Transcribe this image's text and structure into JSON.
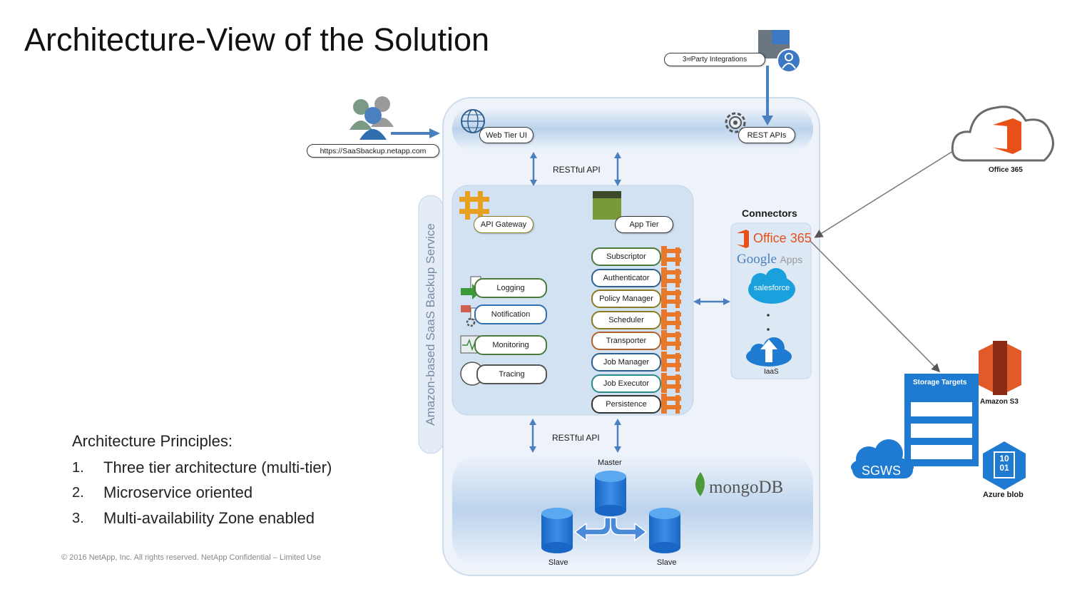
{
  "title": "Architecture-View of the Solution",
  "third_party": {
    "sup_prefix": "3",
    "sup": "rd",
    "rest": " Party Integrations"
  },
  "url_label": "https://SaaSbackup.netapp.com",
  "web_tier": "Web Tier UI",
  "rest_apis": "REST APIs",
  "restful_top": "RESTful API",
  "restful_bottom": "RESTful API",
  "side_label": "Amazon-based SaaS Backup Service",
  "api_gateway": "API Gateway",
  "app_tier": "App Tier",
  "support_services": [
    {
      "label": "Logging",
      "color": "#4a7a3a"
    },
    {
      "label": "Notification",
      "color": "#2f6fb0"
    },
    {
      "label": "Monitoring",
      "color": "#4a7a3a"
    },
    {
      "label": "Tracing",
      "color": "#555555"
    }
  ],
  "microservices": [
    {
      "label": "Subscriptor",
      "color": "#4a7a3a"
    },
    {
      "label": "Authenticator",
      "color": "#2f5f8f"
    },
    {
      "label": "Policy Manager",
      "color": "#8a7a20"
    },
    {
      "label": "Scheduler",
      "color": "#8a7a20"
    },
    {
      "label": "Transporter",
      "color": "#b0602a"
    },
    {
      "label": "Job Manager",
      "color": "#2f5f8f"
    },
    {
      "label": "Job Executor",
      "color": "#2a8a8a"
    },
    {
      "label": "Persistence",
      "color": "#333333"
    }
  ],
  "connectors": {
    "title": "Connectors",
    "office365": "Office 365",
    "google_g": "Google",
    "google_apps": "Apps",
    "salesforce": "salesforce",
    "iaas": "IaaS"
  },
  "cloud_office": "Office 365",
  "storage": {
    "title": "Storage Targets",
    "amazon": "Amazon S3",
    "sgws": "SGWS",
    "azure": "Azure blob",
    "azure_icon_text": "10\n01"
  },
  "mongo": {
    "brand": "mongoDB",
    "master": "Master",
    "slave_left": "Slave",
    "slave_right": "Slave"
  },
  "principles": {
    "heading": "Architecture Principles:",
    "items": [
      {
        "num": "1.",
        "text": "Three tier architecture (multi-tier)"
      },
      {
        "num": "2.",
        "text": "Microservice oriented"
      },
      {
        "num": "3.",
        "text": "Multi-availability Zone enabled"
      }
    ]
  },
  "copyright": "© 2016 NetApp, Inc. All rights reserved. NetApp Confidential – Limited Use",
  "colors": {
    "panel": "#dbe8f6",
    "band": "#bcd3ec",
    "arrow": "#4a7fc0",
    "orange": "#e8782a",
    "azure": "#1f7bd1"
  }
}
